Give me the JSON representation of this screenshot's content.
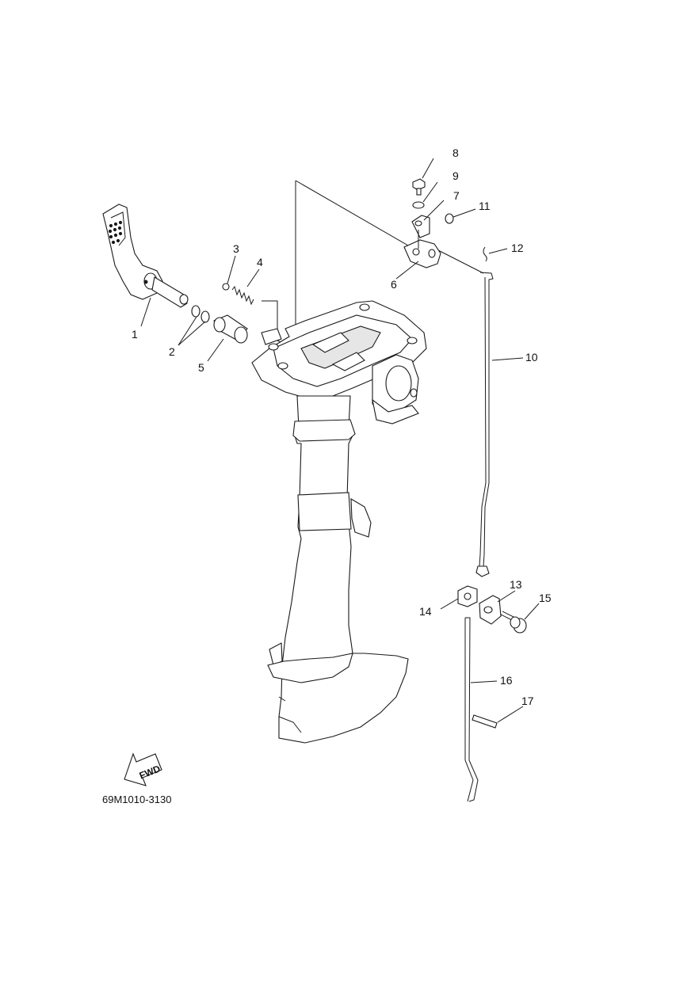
{
  "diagram": {
    "part_code": "69M1010-3130",
    "fwd_label": "FWD",
    "callouts": {
      "c1": "1",
      "c2": "2",
      "c3": "3",
      "c4": "4",
      "c5": "5",
      "c6": "6",
      "c7": "7",
      "c8": "8",
      "c9": "9",
      "c10": "10",
      "c11": "11",
      "c12": "12",
      "c13": "13",
      "c14": "14",
      "c15": "15",
      "c16": "16",
      "c17": "17"
    }
  }
}
